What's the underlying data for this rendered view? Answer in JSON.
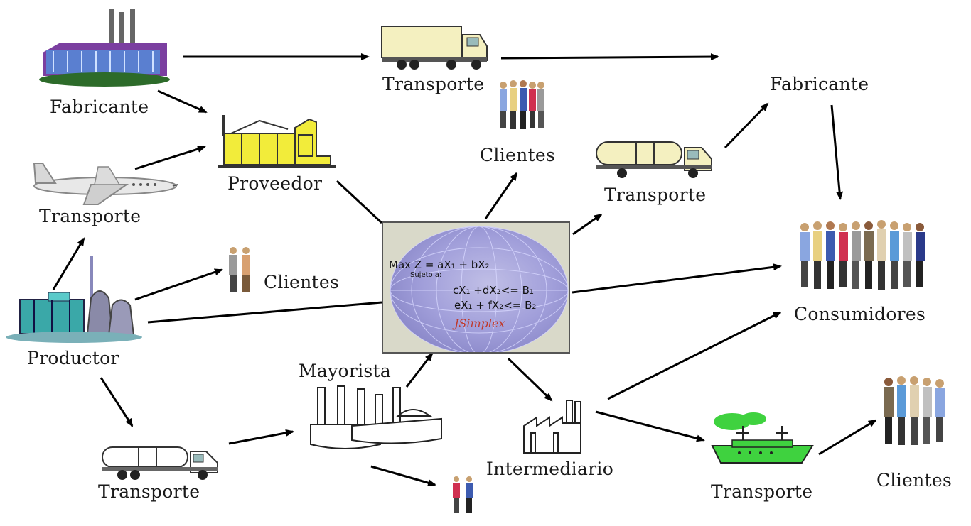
{
  "nodes": {
    "fabricante_left": "Fabricante",
    "transporte_top": "Transporte",
    "fabricante_right": "Fabricante",
    "clientes_top": "Clientes",
    "proveedor": "Proveedor",
    "transporte_plane": "Transporte",
    "transporte_tanker": "Transporte",
    "clientes_mid": "Clientes",
    "consumidores": "Consumidores",
    "productor": "Productor",
    "mayorista": "Mayorista",
    "intermediario": "Intermediario",
    "transporte_bottom_left": "Transporte",
    "transporte_ship": "Transporte",
    "clientes_bottom": "Clientes"
  },
  "model": {
    "objective": "Max Z = aX₁ + bX₂",
    "subject_to": "Sujeto a:",
    "constraint_1": "cX₁ +dX₂<= B₁",
    "constraint_2": "eX₁ + fX₂<= B₂",
    "brand": "JSimplex"
  },
  "colors": {
    "arrow": "#000000",
    "truck_body": "#f4f0c0",
    "factory_yellow": "#f2ec3a",
    "ship_green": "#3fd23f",
    "factory_roof": "#7b3fa0",
    "center_bg": "#d9d9c9",
    "brand_red": "#c0392b"
  }
}
